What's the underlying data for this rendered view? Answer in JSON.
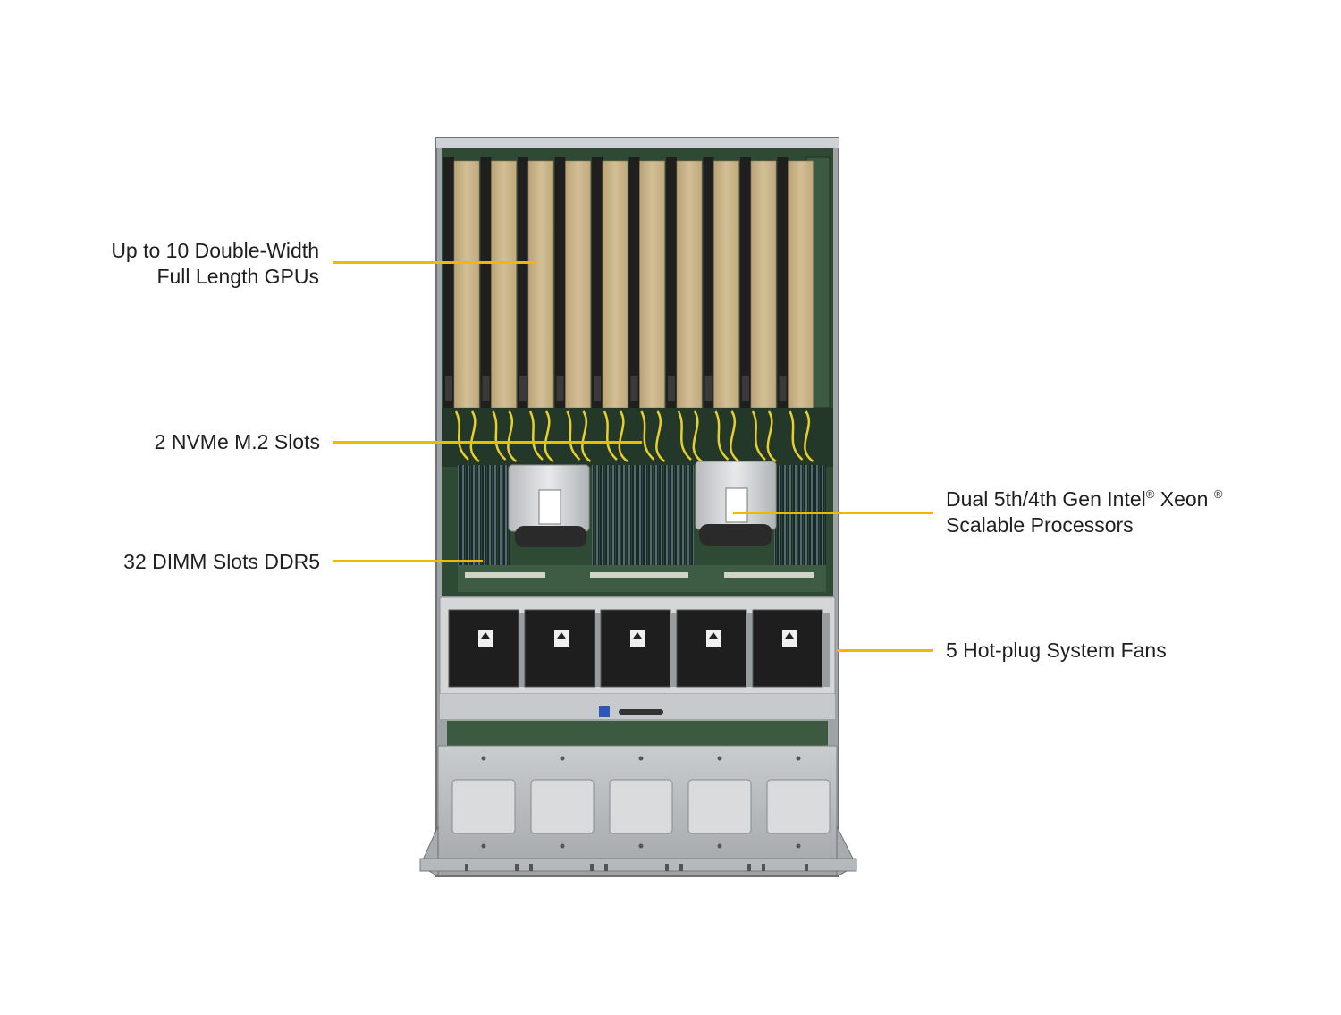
{
  "callouts": {
    "gpus": {
      "line1": "Up to 10 Double-Width",
      "line2": "Full Length GPUs"
    },
    "nvme": {
      "line1": "2 NVMe M.2 Slots"
    },
    "dimm": {
      "line1": "32 DIMM Slots DDR5"
    },
    "cpu": {
      "line1_a": "Dual 5th/4th Gen Intel",
      "line1_mark1": "®",
      "line1_b": " Xeon ",
      "line1_mark2": "®",
      "line2": "Scalable Processors"
    },
    "fans": {
      "line1": "5 Hot-plug System Fans"
    }
  },
  "colors": {
    "callout_line": "#f2b705",
    "gpu_card": "#c9b48a",
    "motherboard": "#2f4a34",
    "chassis": "#b9bcbf"
  },
  "counts": {
    "gpus": 10,
    "fans": 5,
    "front_panels": 5
  }
}
